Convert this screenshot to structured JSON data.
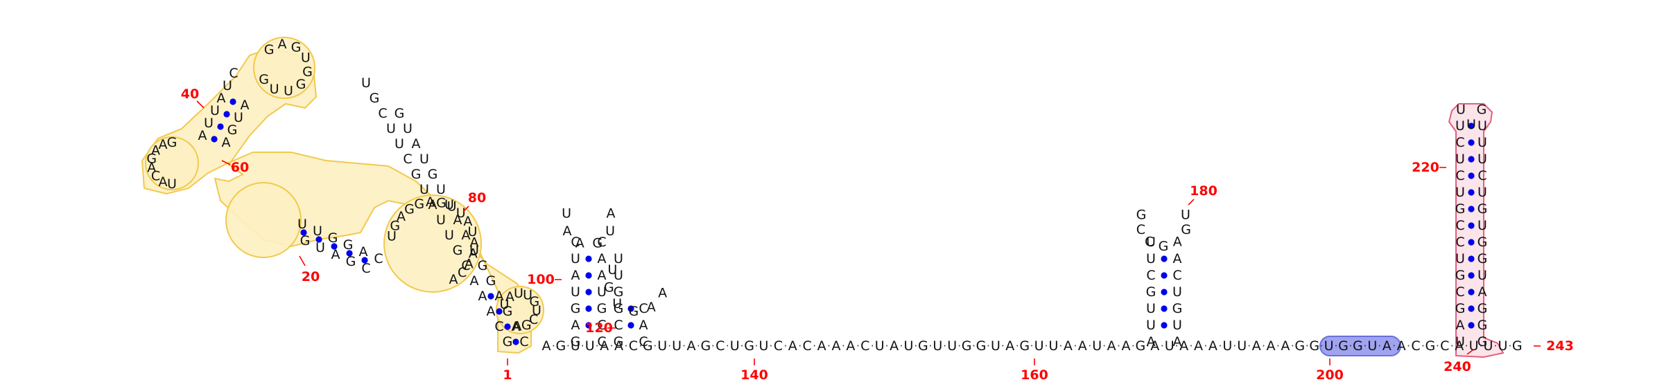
{
  "diagram": {
    "type": "rna-secondary-structure",
    "colors": {
      "base_text": "#111111",
      "pair_dot": "#0000ee",
      "position_label": "#ff0000",
      "highlight_yellow_fill": "#fdefc2",
      "highlight_yellow_stroke": "#f2c94c",
      "highlight_pink_fill": "#fbe1e8",
      "highlight_pink_stroke": "#e0607e",
      "highlight_blue_fill": "#9fa3f0",
      "highlight_blue_stroke": "#6a6fd8"
    },
    "position_labels": [
      {
        "id": "pos-1",
        "text": "1"
      },
      {
        "id": "pos-20",
        "text": "20"
      },
      {
        "id": "pos-40",
        "text": "40"
      },
      {
        "id": "pos-60",
        "text": "60"
      },
      {
        "id": "pos-80",
        "text": "80"
      },
      {
        "id": "pos-100",
        "text": "100"
      },
      {
        "id": "pos-120",
        "text": "120"
      },
      {
        "id": "pos-140",
        "text": "140"
      },
      {
        "id": "pos-160",
        "text": "160"
      },
      {
        "id": "pos-180",
        "text": "180"
      },
      {
        "id": "pos-200",
        "text": "200"
      },
      {
        "id": "pos-220",
        "text": "220"
      },
      {
        "id": "pos-240",
        "text": "240"
      },
      {
        "id": "pos-243",
        "text": "243"
      }
    ],
    "backbone_sequence": "AGUUAACGUUAGCUGUCACAAACUAUGUUGGUAGUUAAUAAGAUAAAUUAAAGGUGGUAACGCAUUUG",
    "stem1": {
      "left": "GAGUAUC",
      "loop": "UAAGUA",
      "right": "CCGUAAC"
    },
    "stem2": {
      "left": "GCGGUU",
      "loop": "UGUGAA",
      "right": "CAC"
    },
    "stem3": {
      "left": "AUUGCUU",
      "loop": "GCCGAGU",
      "right": "AUGUCA"
    },
    "stem4": {
      "left": "UAGCGUCCGUCUCU",
      "loop": "UUG",
      "right": "GGGAUGGUGUCUUU"
    },
    "domain": {
      "strand_a": "GCAAACGUUAUGCUUCGU",
      "strand_b": "CAGAGGUAAUUGUAUG",
      "hairpin_stem_a": "AUUAUC",
      "hairpin_loop": "GUUGGUGAG",
      "hairpin_stem_b": "AGUA",
      "interior_loop_a": "GAAGACAU",
      "interior_loop_b": "UGAGGAGUUAUAAACA",
      "loop_near_1": "UAUUGUCGA",
      "stack_a": "UUGGAC",
      "stack_b": "GUAGC"
    }
  }
}
